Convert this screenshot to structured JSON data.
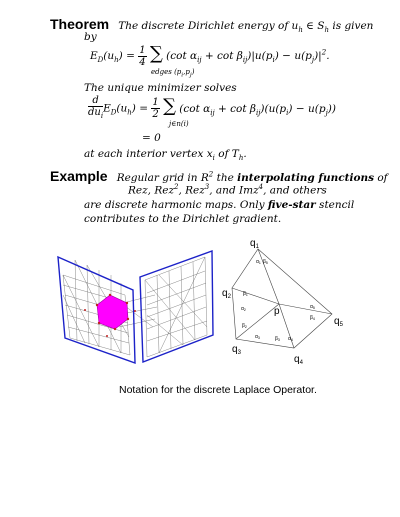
{
  "theorem": {
    "heading": "Theorem",
    "statement": "The discrete Dirichlet energy of u",
    "statement_sub": "h",
    "statement_mid": " ∈ S",
    "statement_sub2": "h",
    "statement_end": " is given",
    "statement_by": "by",
    "energy_lhs": "E",
    "energy_lhs_sub": "D",
    "energy_lhs_arg": "(u",
    "energy_lhs_arg_sub": "h",
    "energy_lhs_arg_end": ")  =",
    "energy_frac_num": "1",
    "energy_frac_den": "4",
    "energy_sum": "∑",
    "energy_sum_sub": "edges (p",
    "energy_sum_sub_i": "i",
    "energy_sum_sub_comma": ",p",
    "energy_sum_sub_j": "j",
    "energy_sum_sub_end": ")",
    "energy_rhs": "(cot α",
    "energy_rhs_ij": "ij",
    "energy_rhs_plus": " + cot β",
    "energy_rhs_ij2": "ij",
    "energy_rhs_end": ")|u(p",
    "energy_rhs_i": "i",
    "energy_rhs_minus": ") − u(p",
    "energy_rhs_j": "j",
    "energy_rhs_close": ")|",
    "energy_rhs_sq": "2",
    "energy_rhs_dot": ".",
    "minimizer_text": "The unique minimizer solves",
    "deriv_num": "d",
    "deriv_den": "du",
    "deriv_den_sub": "i",
    "deriv_E": "E",
    "deriv_E_sub": "D",
    "deriv_arg": "(u",
    "deriv_arg_sub": "h",
    "deriv_arg_end": ")  =",
    "deriv_frac_num": "1",
    "deriv_frac_den": "2",
    "deriv_sum": "∑",
    "deriv_sum_sub": "j∈n(i)",
    "deriv_rhs": "(cot α",
    "deriv_rhs_ij": "ij",
    "deriv_rhs_plus": " + cot β",
    "deriv_rhs_ij2": "ij",
    "deriv_rhs_end": ")(u(p",
    "deriv_rhs_i": "i",
    "deriv_rhs_minus": ") − u(p",
    "deriv_rhs_j": "j",
    "deriv_rhs_close": "))",
    "equals_zero": "=  0",
    "interior_text": "at each interior vertex x",
    "interior_sub": "i",
    "interior_of": " of T",
    "interior_sub2": "h",
    "interior_dot": "."
  },
  "example": {
    "heading": "Example",
    "line1_a": "Regular grid in R",
    "line1_sup": "2",
    "line1_b": " the ",
    "line1_bold": "interpolating functions",
    "line1_c": " of",
    "line2_a": "Rez, Rez",
    "line2_sup1": "2",
    "line2_b": ", Rez",
    "line2_sup2": "3",
    "line2_c": ",  and  Imz",
    "line2_sup3": "4",
    "line2_d": ", and others",
    "line3_a": "are discrete harmonic maps. Only ",
    "line3_bold": "five-star",
    "line3_b": " stencil",
    "line4": "contributes to the Dirichlet gradient."
  },
  "diagram": {
    "labels": {
      "q1": "q",
      "q1_sub": "1",
      "q2": "q",
      "q2_sub": "2",
      "q3": "q",
      "q3_sub": "3",
      "q4": "q",
      "q4_sub": "4",
      "q5": "q",
      "q5_sub": "5",
      "p": "p",
      "a1_top": "α",
      "a1_top_sub": "1",
      "b5_top": "β",
      "b5_top_sub": "5",
      "b1_left": "β",
      "b1_left_sub": "1",
      "a2_left": "α",
      "a2_left_sub": "2",
      "b2_low": "β",
      "b2_low_sub": "2",
      "a3_low": "α",
      "a3_low_sub": "3",
      "b3_low": "β",
      "b3_low_sub": "3",
      "a4_low": "α",
      "a4_low_sub": "4",
      "a5_right": "α",
      "a5_right_sub": "5",
      "b4_right": "β",
      "b4_right_sub": "4"
    },
    "colors": {
      "frame": "#1c22c8",
      "highlight": "#ff00ff",
      "mesh": "#555555"
    }
  },
  "caption": "Notation for the discrete Laplace Operator."
}
